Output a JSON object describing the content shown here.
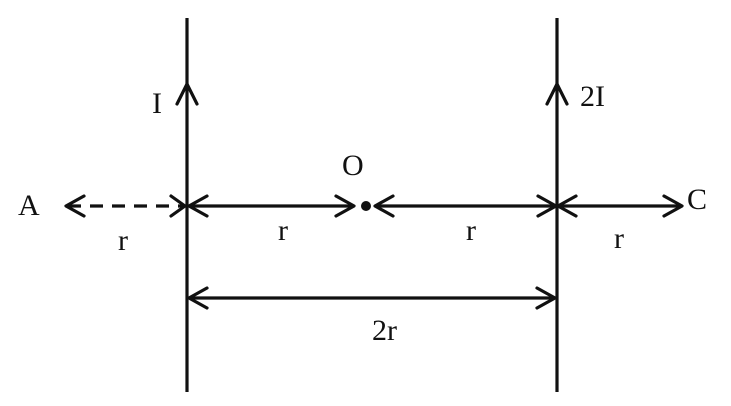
{
  "diagram": {
    "wire_left_current": "I",
    "wire_right_current": "2I",
    "point_a": "A",
    "point_o": "O",
    "point_c": "C",
    "dist_a_left": "r",
    "dist_left_o": "r",
    "dist_o_right": "r",
    "dist_right_c": "r",
    "dist_between_wires": "2r"
  },
  "colors": {
    "ink": "#111111",
    "background": "#ffffff"
  }
}
